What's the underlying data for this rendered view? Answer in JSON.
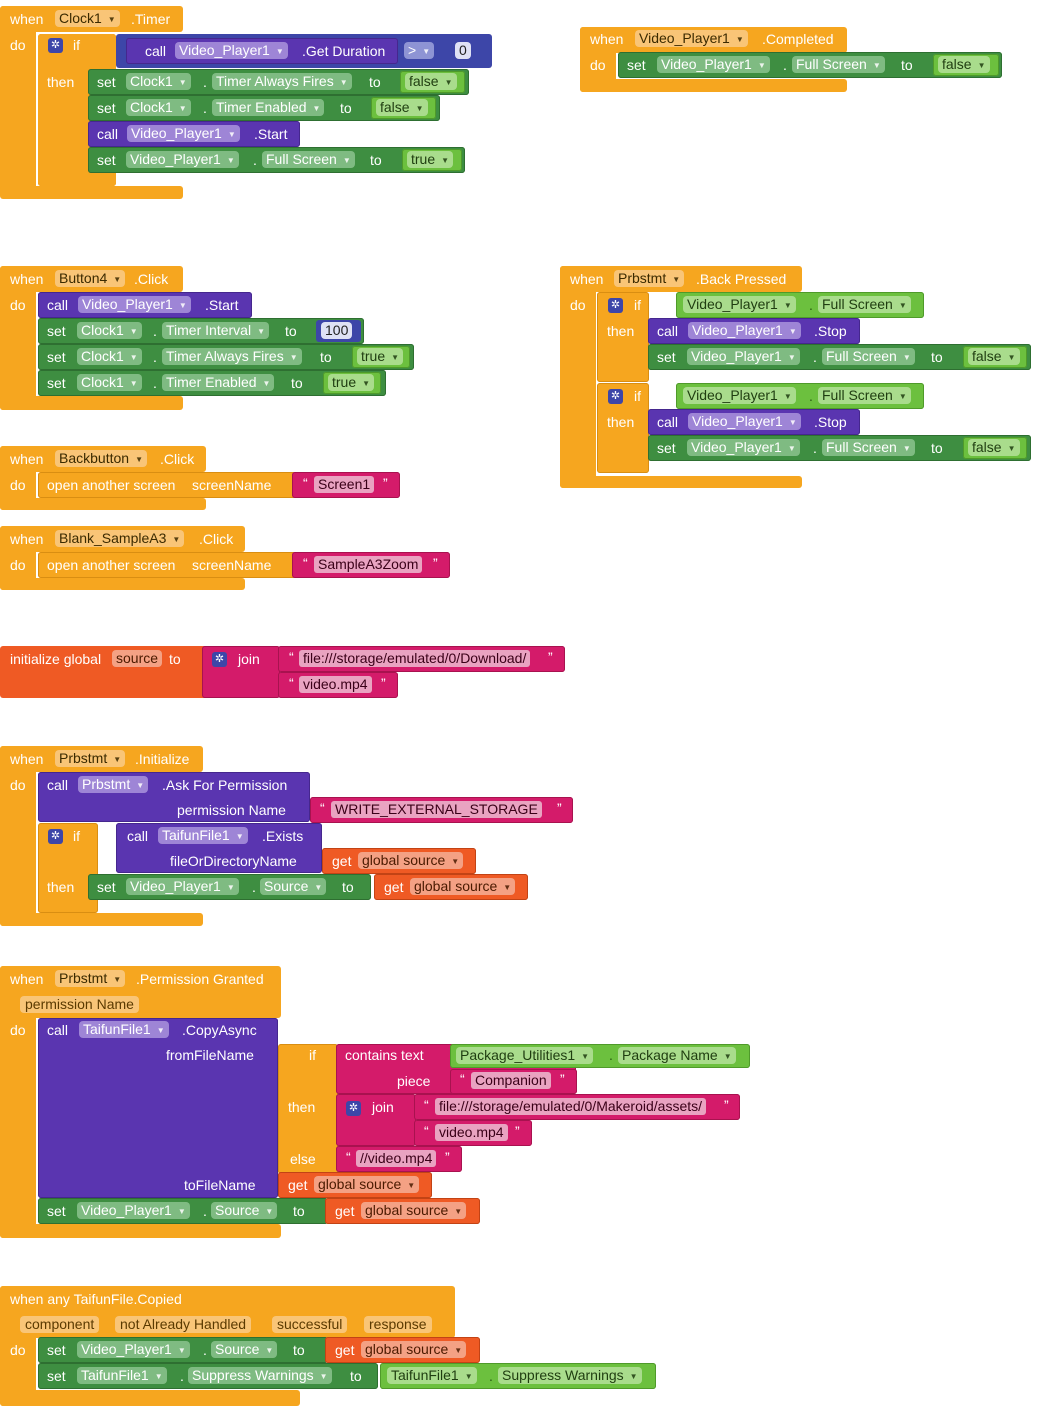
{
  "kw": {
    "when": "when",
    "do": "do",
    "if": "if",
    "then": "then",
    "else": "else",
    "set": "set",
    "call": "call",
    "to": "to",
    "get": "get",
    "dot": ".",
    "join": "join",
    "open_screen": "open another screen",
    "screen_name": "screenName",
    "init_global": "initialize global",
    "piece": "piece",
    "contains_text": "contains text",
    "quote_open": "“",
    "quote_close": "”",
    "gt": ">"
  },
  "b1": {
    "comp": "Clock1",
    "event": ".Timer",
    "video": "Video_Player1",
    "get_duration": ".Get Duration",
    "zero": "0",
    "clock": "Clock1",
    "prop_always": "Timer Always Fires",
    "prop_enabled": "Timer Enabled",
    "false": "false",
    "start": ".Start",
    "full_screen": "Full Screen",
    "true": "true"
  },
  "b2": {
    "comp": "Video_Player1",
    "event": ".Completed",
    "full_screen": "Full Screen",
    "false": "false"
  },
  "b3": {
    "comp": "Button4",
    "event": ".Click",
    "video": "Video_Player1",
    "start": ".Start",
    "clock": "Clock1",
    "interval": "Timer Interval",
    "hundred": "100",
    "always": "Timer Always Fires",
    "enabled": "Timer Enabled",
    "true": "true"
  },
  "b4": {
    "comp": "Prbstmt",
    "event": ".Back Pressed",
    "video": "Video_Player1",
    "full_screen": "Full Screen",
    "stop": ".Stop",
    "false": "false"
  },
  "b5": {
    "comp": "Backbutton",
    "event": ".Click",
    "screen": "Screen1"
  },
  "b6": {
    "comp": "Blank_SampleA3",
    "event": ".Click",
    "screen": "SampleA3Zoom"
  },
  "b7": {
    "var": "source",
    "path": "file:///storage/emulated/0/Download/",
    "file": "video.mp4"
  },
  "b8": {
    "comp": "Prbstmt",
    "event": ".Initialize",
    "ask": ".Ask For Permission",
    "perm_name": "permission Name",
    "perm_value": "WRITE_EXTERNAL_STORAGE",
    "taifun": "TaifunFile1",
    "exists": ".Exists",
    "file_or_dir": "fileOrDirectoryName",
    "global_source": "global source",
    "video": "Video_Player1",
    "source": "Source"
  },
  "b9": {
    "comp": "Prbstmt",
    "event": ".Permission Granted",
    "param": "permission Name",
    "taifun": "TaifunFile1",
    "copy": ".CopyAsync",
    "from": "fromFileName",
    "pkg_util": "Package_Utilities1",
    "pkg_name": "Package Name",
    "companion": "Companion",
    "path": "file:///storage/emulated/0/Makeroid/assets/",
    "file": "video.mp4",
    "else_value": "//video.mp4",
    "to_file": "toFileName",
    "global_source": "global source",
    "video": "Video_Player1",
    "source": "Source"
  },
  "b10": {
    "header": "when any TaifunFile.Copied",
    "p1": "component",
    "p2": "not Already Handled",
    "p3": "successful",
    "p4": "response",
    "video": "Video_Player1",
    "source": "Source",
    "global_source": "global source",
    "taifun": "TaifunFile1",
    "suppress": "Suppress Warnings"
  },
  "colors": {
    "event": "#f6a61f",
    "setter": "#3e8e41",
    "method": "#5a35b0",
    "logic": "#3d46a8",
    "getter": "#6cc03e",
    "text": "#d41b6a",
    "variable": "#ef5a24"
  }
}
